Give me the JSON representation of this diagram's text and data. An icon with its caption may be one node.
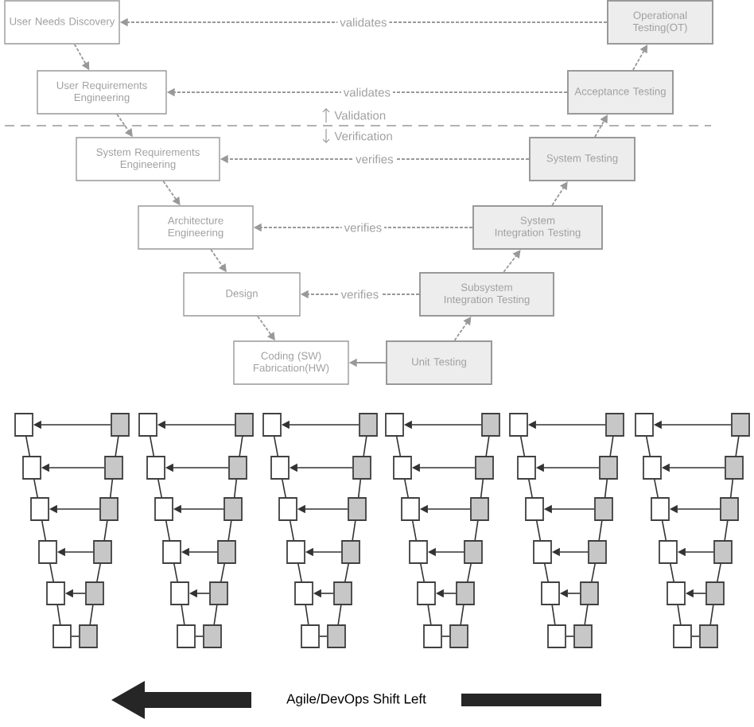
{
  "diagram": {
    "nodes": [
      {
        "text": [
          "User Needs Discovery"
        ]
      },
      {
        "text": [
          "User Requirements Engineering"
        ]
      },
      {
        "text": [
          "System Requirements Engineering"
        ]
      },
      {
        "text": [
          "Architecture Engineering"
        ]
      },
      {
        "text": [
          "Design"
        ]
      },
      {
        "text": [
          "Coding (SW) Fabrication(HW)"
        ]
      },
      {
        "text": [
          "Operational Testing(OT)"
        ]
      },
      {
        "text": [
          "Acceptance Testing"
        ]
      },
      {
        "text": [
          "System Testing"
        ]
      },
      {
        "text": [
          "System Integration Testing"
        ]
      },
      {
        "text": [
          "Subsystem Integration Testing"
        ]
      },
      {
        "text": [
          "Unit Testing"
        ]
      },
      {
        "text": [],
        "shape": "box"
      },
      {
        "text": [],
        "shape": "box"
      },
      {
        "text": [],
        "shape": "box"
      },
      {
        "text": [],
        "shape": "box"
      },
      {
        "text": [],
        "shape": "box"
      },
      {
        "text": [],
        "shape": "box"
      },
      {
        "text": [],
        "shape": "box"
      },
      {
        "text": [],
        "shape": "box"
      },
      {
        "text": [],
        "shape": "box"
      },
      {
        "text": [],
        "shape": "box"
      },
      {
        "text": [],
        "shape": "box"
      },
      {
        "text": [],
        "shape": "box"
      },
      {
        "text": [],
        "shape": "box"
      },
      {
        "text": [],
        "shape": "box"
      },
      {
        "text": [],
        "shape": "box"
      },
      {
        "text": [],
        "shape": "box"
      },
      {
        "text": [],
        "shape": "box"
      },
      {
        "text": [],
        "shape": "box"
      },
      {
        "text": [],
        "shape": "box"
      },
      {
        "text": [],
        "shape": "box"
      },
      {
        "text": [],
        "shape": "box"
      },
      {
        "text": [],
        "shape": "box"
      },
      {
        "text": [],
        "shape": "box"
      },
      {
        "text": [],
        "shape": "box"
      },
      {
        "text": [],
        "shape": "box"
      },
      {
        "text": [],
        "shape": "box"
      },
      {
        "text": [],
        "shape": "box"
      },
      {
        "text": [],
        "shape": "box"
      },
      {
        "text": [],
        "shape": "box"
      },
      {
        "text": [],
        "shape": "box"
      },
      {
        "text": [],
        "shape": "box"
      },
      {
        "text": [],
        "shape": "box"
      },
      {
        "text": [],
        "shape": "box"
      },
      {
        "text": [],
        "shape": "box"
      },
      {
        "text": [],
        "shape": "box"
      },
      {
        "text": [],
        "shape": "box"
      },
      {
        "text": [],
        "shape": "box"
      },
      {
        "text": [],
        "shape": "box"
      },
      {
        "text": [],
        "shape": "box"
      },
      {
        "text": [],
        "shape": "box"
      },
      {
        "text": [],
        "shape": "box"
      },
      {
        "text": [],
        "shape": "box"
      },
      {
        "text": [],
        "shape": "box"
      },
      {
        "text": [],
        "shape": "box"
      },
      {
        "text": [],
        "shape": "box"
      },
      {
        "text": [],
        "shape": "box"
      },
      {
        "text": [],
        "shape": "box"
      },
      {
        "text": [],
        "shape": "box"
      },
      {
        "text": [],
        "shape": "box"
      },
      {
        "text": [],
        "shape": "box"
      },
      {
        "text": [],
        "shape": "box"
      },
      {
        "text": [],
        "shape": "box"
      },
      {
        "text": [],
        "shape": "box"
      },
      {
        "text": [],
        "shape": "box"
      },
      {
        "text": [],
        "shape": "box"
      },
      {
        "text": [],
        "shape": "box"
      },
      {
        "text": [],
        "shape": "box"
      },
      {
        "text": [],
        "shape": "box"
      },
      {
        "text": [],
        "shape": "box"
      },
      {
        "text": [],
        "shape": "box"
      },
      {
        "text": [],
        "shape": "box"
      },
      {
        "text": [],
        "shape": "box"
      },
      {
        "text": [],
        "shape": "box"
      },
      {
        "text": [],
        "shape": "box"
      },
      {
        "text": [],
        "shape": "box"
      },
      {
        "text": [],
        "shape": "box"
      },
      {
        "text": [],
        "shape": "box"
      },
      {
        "text": [],
        "shape": "box"
      },
      {
        "text": [],
        "shape": "box"
      },
      {
        "text": [],
        "shape": "box"
      },
      {
        "text": [],
        "shape": "box"
      },
      {
        "text": [],
        "shape": "box"
      }
    ],
    "edges": [
      {
        "from": 0,
        "to": 1,
        "arrow": "to",
        "style": "dashed",
        "color": "#999999"
      },
      {
        "from": 1,
        "to": 2,
        "arrow": "to",
        "style": "dashed",
        "color": "#999999"
      },
      {
        "from": 2,
        "to": 3,
        "arrow": "to",
        "style": "dashed",
        "color": "#999999"
      },
      {
        "from": 3,
        "to": 4,
        "arrow": "to",
        "style": "dashed",
        "color": "#999999"
      },
      {
        "from": 4,
        "to": 5,
        "arrow": "to",
        "style": "dashed",
        "color": "#999999"
      },
      {
        "from": 11,
        "to": 5,
        "arrow": "to",
        "color": "#999999"
      },
      {
        "from": 11,
        "to": 10,
        "arrow": "to",
        "style": "dashed",
        "color": "#999999"
      },
      {
        "from": 10,
        "to": 9,
        "arrow": "to",
        "style": "dashed",
        "color": "#999999"
      },
      {
        "from": 9,
        "to": 8,
        "arrow": "to",
        "style": "dashed",
        "color": "#999999"
      },
      {
        "from": 8,
        "to": 7,
        "arrow": "to",
        "style": "dashed",
        "color": "#999999"
      },
      {
        "from": 7,
        "to": 6,
        "arrow": "to",
        "style": "dashed",
        "color": "#999999"
      },
      {
        "from": 6,
        "to": 0,
        "arrow": "to",
        "label": "validates",
        "style": "dashed",
        "color": "#999999"
      },
      {
        "from": 7,
        "to": 1,
        "arrow": "to",
        "label": "validates",
        "style": "dashed",
        "color": "#999999"
      },
      {
        "from": 8,
        "to": 2,
        "arrow": "to",
        "label": "verifies",
        "style": "dashed",
        "color": "#999999"
      },
      {
        "from": 9,
        "to": 3,
        "arrow": "to",
        "label": "verifies",
        "style": "dashed",
        "color": "#999999"
      },
      {
        "from": 10,
        "to": 4,
        "arrow": "to",
        "label": "verifies",
        "style": "dashed",
        "color": "#999999"
      },
      {
        "from": 12,
        "to": 13,
        "arrow": "none"
      },
      {
        "from": 13,
        "to": 14,
        "arrow": "none"
      },
      {
        "from": 14,
        "to": 15,
        "arrow": "none"
      },
      {
        "from": 15,
        "to": 16,
        "arrow": "none"
      },
      {
        "from": 16,
        "to": 17,
        "arrow": "none"
      },
      {
        "from": 18,
        "to": 19,
        "arrow": "none"
      },
      {
        "from": 19,
        "to": 20,
        "arrow": "none"
      },
      {
        "from": 20,
        "to": 21,
        "arrow": "none"
      },
      {
        "from": 21,
        "to": 22,
        "arrow": "none"
      },
      {
        "from": 22,
        "to": 23,
        "arrow": "none"
      },
      {
        "from": 18,
        "to": 12,
        "arrow": "to"
      },
      {
        "from": 19,
        "to": 13,
        "arrow": "to"
      },
      {
        "from": 20,
        "to": 14,
        "arrow": "to"
      },
      {
        "from": 21,
        "to": 15,
        "arrow": "to"
      },
      {
        "from": 22,
        "to": 16,
        "arrow": "to"
      },
      {
        "from": 23,
        "to": 17,
        "arrow": "none"
      },
      {
        "from": 24,
        "to": 25,
        "arrow": "none"
      },
      {
        "from": 25,
        "to": 26,
        "arrow": "none"
      },
      {
        "from": 26,
        "to": 27,
        "arrow": "none"
      },
      {
        "from": 27,
        "to": 28,
        "arrow": "none"
      },
      {
        "from": 28,
        "to": 29,
        "arrow": "none"
      },
      {
        "from": 30,
        "to": 31,
        "arrow": "none"
      },
      {
        "from": 31,
        "to": 32,
        "arrow": "none"
      },
      {
        "from": 32,
        "to": 33,
        "arrow": "none"
      },
      {
        "from": 33,
        "to": 34,
        "arrow": "none"
      },
      {
        "from": 34,
        "to": 35,
        "arrow": "none"
      },
      {
        "from": 30,
        "to": 24,
        "arrow": "to"
      },
      {
        "from": 31,
        "to": 25,
        "arrow": "to"
      },
      {
        "from": 32,
        "to": 26,
        "arrow": "to"
      },
      {
        "from": 33,
        "to": 27,
        "arrow": "to"
      },
      {
        "from": 34,
        "to": 28,
        "arrow": "to"
      },
      {
        "from": 35,
        "to": 29,
        "arrow": "none"
      },
      {
        "from": 36,
        "to": 37,
        "arrow": "none"
      },
      {
        "from": 37,
        "to": 38,
        "arrow": "none"
      },
      {
        "from": 38,
        "to": 39,
        "arrow": "none"
      },
      {
        "from": 39,
        "to": 40,
        "arrow": "none"
      },
      {
        "from": 40,
        "to": 41,
        "arrow": "none"
      },
      {
        "from": 42,
        "to": 43,
        "arrow": "none"
      },
      {
        "from": 43,
        "to": 44,
        "arrow": "none"
      },
      {
        "from": 44,
        "to": 45,
        "arrow": "none"
      },
      {
        "from": 45,
        "to": 46,
        "arrow": "none"
      },
      {
        "from": 46,
        "to": 47,
        "arrow": "none"
      },
      {
        "from": 42,
        "to": 36,
        "arrow": "to"
      },
      {
        "from": 43,
        "to": 37,
        "arrow": "to"
      },
      {
        "from": 44,
        "to": 38,
        "arrow": "to"
      },
      {
        "from": 45,
        "to": 39,
        "arrow": "to"
      },
      {
        "from": 46,
        "to": 40,
        "arrow": "to"
      },
      {
        "from": 47,
        "to": 41,
        "arrow": "none"
      },
      {
        "from": 48,
        "to": 49,
        "arrow": "none"
      },
      {
        "from": 49,
        "to": 50,
        "arrow": "none"
      },
      {
        "from": 50,
        "to": 51,
        "arrow": "none"
      },
      {
        "from": 51,
        "to": 52,
        "arrow": "none"
      },
      {
        "from": 52,
        "to": 53,
        "arrow": "none"
      },
      {
        "from": 54,
        "to": 55,
        "arrow": "none"
      },
      {
        "from": 55,
        "to": 56,
        "arrow": "none"
      },
      {
        "from": 56,
        "to": 57,
        "arrow": "none"
      },
      {
        "from": 57,
        "to": 58,
        "arrow": "none"
      },
      {
        "from": 58,
        "to": 59,
        "arrow": "none"
      },
      {
        "from": 54,
        "to": 48,
        "arrow": "to"
      },
      {
        "from": 55,
        "to": 49,
        "arrow": "to"
      },
      {
        "from": 56,
        "to": 50,
        "arrow": "to"
      },
      {
        "from": 57,
        "to": 51,
        "arrow": "to"
      },
      {
        "from": 58,
        "to": 52,
        "arrow": "to"
      },
      {
        "from": 59,
        "to": 53,
        "arrow": "none"
      },
      {
        "from": 60,
        "to": 61,
        "arrow": "none"
      },
      {
        "from": 61,
        "to": 62,
        "arrow": "none"
      },
      {
        "from": 62,
        "to": 63,
        "arrow": "none"
      },
      {
        "from": 63,
        "to": 64,
        "arrow": "none"
      },
      {
        "from": 64,
        "to": 65,
        "arrow": "none"
      },
      {
        "from": 66,
        "to": 67,
        "arrow": "none"
      },
      {
        "from": 67,
        "to": 68,
        "arrow": "none"
      },
      {
        "from": 68,
        "to": 69,
        "arrow": "none"
      },
      {
        "from": 69,
        "to": 70,
        "arrow": "none"
      },
      {
        "from": 70,
        "to": 71,
        "arrow": "none"
      },
      {
        "from": 66,
        "to": 60,
        "arrow": "to"
      },
      {
        "from": 67,
        "to": 61,
        "arrow": "to"
      },
      {
        "from": 68,
        "to": 62,
        "arrow": "to"
      },
      {
        "from": 69,
        "to": 63,
        "arrow": "to"
      },
      {
        "from": 70,
        "to": 64,
        "arrow": "to"
      },
      {
        "from": 71,
        "to": 65,
        "arrow": "none"
      },
      {
        "from": 72,
        "to": 73,
        "arrow": "none"
      },
      {
        "from": 73,
        "to": 74,
        "arrow": "none"
      },
      {
        "from": 74,
        "to": 75,
        "arrow": "none"
      },
      {
        "from": 75,
        "to": 76,
        "arrow": "none"
      },
      {
        "from": 76,
        "to": 77,
        "arrow": "none"
      },
      {
        "from": 78,
        "to": 79,
        "arrow": "none"
      },
      {
        "from": 79,
        "to": 80,
        "arrow": "none"
      },
      {
        "from": 80,
        "to": 81,
        "arrow": "none"
      },
      {
        "from": 81,
        "to": 82,
        "arrow": "none"
      },
      {
        "from": 82,
        "to": 83,
        "arrow": "none"
      },
      {
        "from": 78,
        "to": 72,
        "arrow": "to"
      },
      {
        "from": 79,
        "to": 73,
        "arrow": "to"
      },
      {
        "from": 80,
        "to": 74,
        "arrow": "to"
      },
      {
        "from": 81,
        "to": 75,
        "arrow": "to"
      },
      {
        "from": 82,
        "to": 76,
        "arrow": "to"
      },
      {
        "from": 83,
        "to": 77,
        "arrow": "none"
      }
    ],
    "labels": [
      "Validation",
      "Verification",
      "Agile/DevOps Shift Left"
    ]
  }
}
